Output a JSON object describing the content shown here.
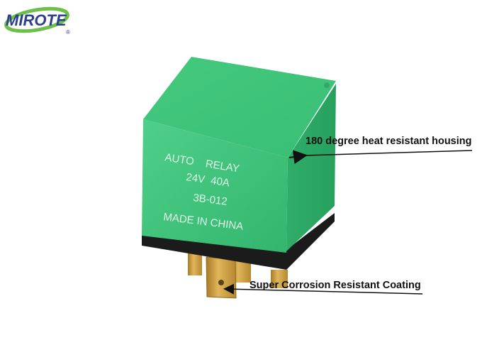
{
  "brand": {
    "name": "MIROTE",
    "registered_mark": "®",
    "colors": {
      "text": "#2a3f8f",
      "swoosh": "#6cc04a"
    }
  },
  "product": {
    "type": "automotive relay",
    "housing_color": "#3dc27a",
    "base_color": "#1b1b1b",
    "terminal_color": "#c99a3a",
    "printed_text": [
      "AUTO    RELAY",
      "24V  40A",
      "3B-012",
      "MADE IN CHINA"
    ]
  },
  "callouts": {
    "heat": "180 degree heat resistant housing",
    "coating": "Super Corrosion Resistant Coating"
  }
}
